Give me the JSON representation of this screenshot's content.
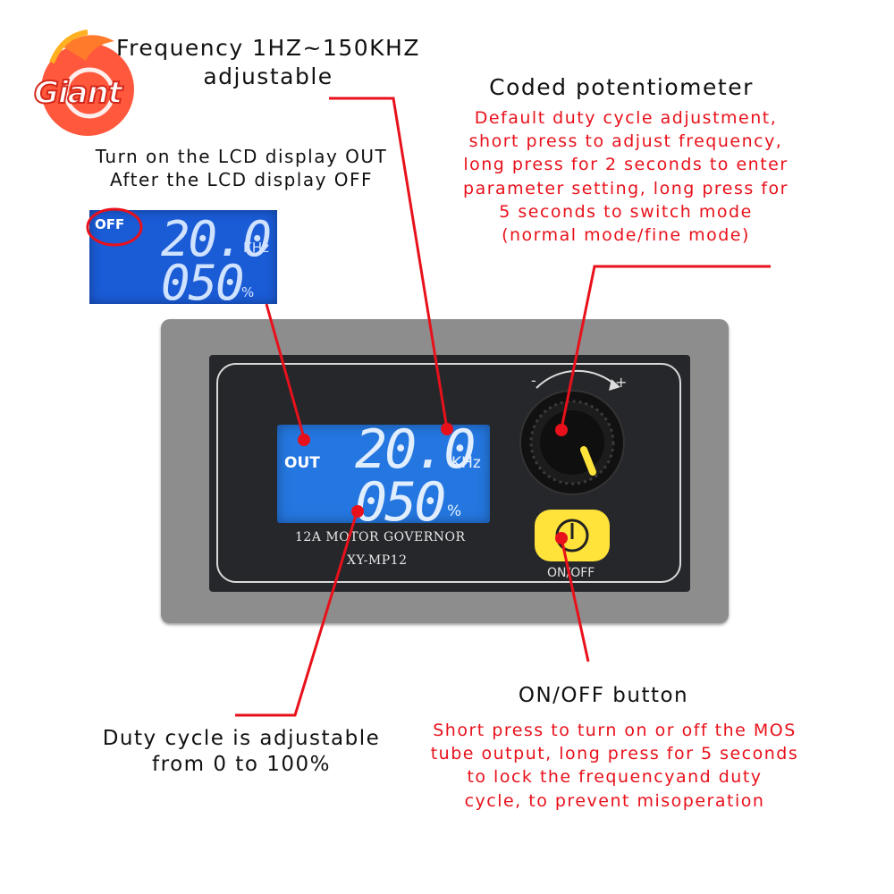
{
  "colors": {
    "red": "#e8111b",
    "lcd_blue": "#2477e0",
    "button_yellow": "#ffe23a",
    "case_gray": "#8d8d8d"
  },
  "logo": {
    "text": "Giant"
  },
  "frequency_caption": {
    "line1": "Frequency 1HZ~150KHZ",
    "line2": "adjustable"
  },
  "lcd_caption": {
    "line1": "Turn on the LCD display OUT",
    "line2": "After the LCD display OFF"
  },
  "mini_lcd": {
    "status": "OFF",
    "frequency": "20.0",
    "frequency_unit": "KHz",
    "duty": "050",
    "duty_unit": "%"
  },
  "potentiometer": {
    "title": "Coded potentiometer",
    "lines": [
      "Default duty cycle adjustment,",
      "short press to adjust frequency,",
      "long press for 2 seconds to enter",
      "parameter setting, long press for",
      "5 seconds to switch mode",
      "(normal mode/fine mode)"
    ],
    "minus": "-",
    "plus": "+"
  },
  "device": {
    "lcd_status": "OUT",
    "frequency": "20.0",
    "frequency_unit": "KHz",
    "duty": "050",
    "duty_unit": "%",
    "model_line1": "12A MOTOR GOVERNOR",
    "model_line2": "XY-MP12",
    "button_label": "ON/OFF"
  },
  "onoff": {
    "title": "ON/OFF button",
    "lines": [
      "Short press to turn on or off the MOS",
      "tube output, long press for 5 seconds",
      "to lock the frequencyand duty",
      "cycle, to prevent misoperation"
    ]
  },
  "duty_caption": {
    "line1": "Duty cycle is adjustable",
    "line2": "from 0 to 100%"
  }
}
